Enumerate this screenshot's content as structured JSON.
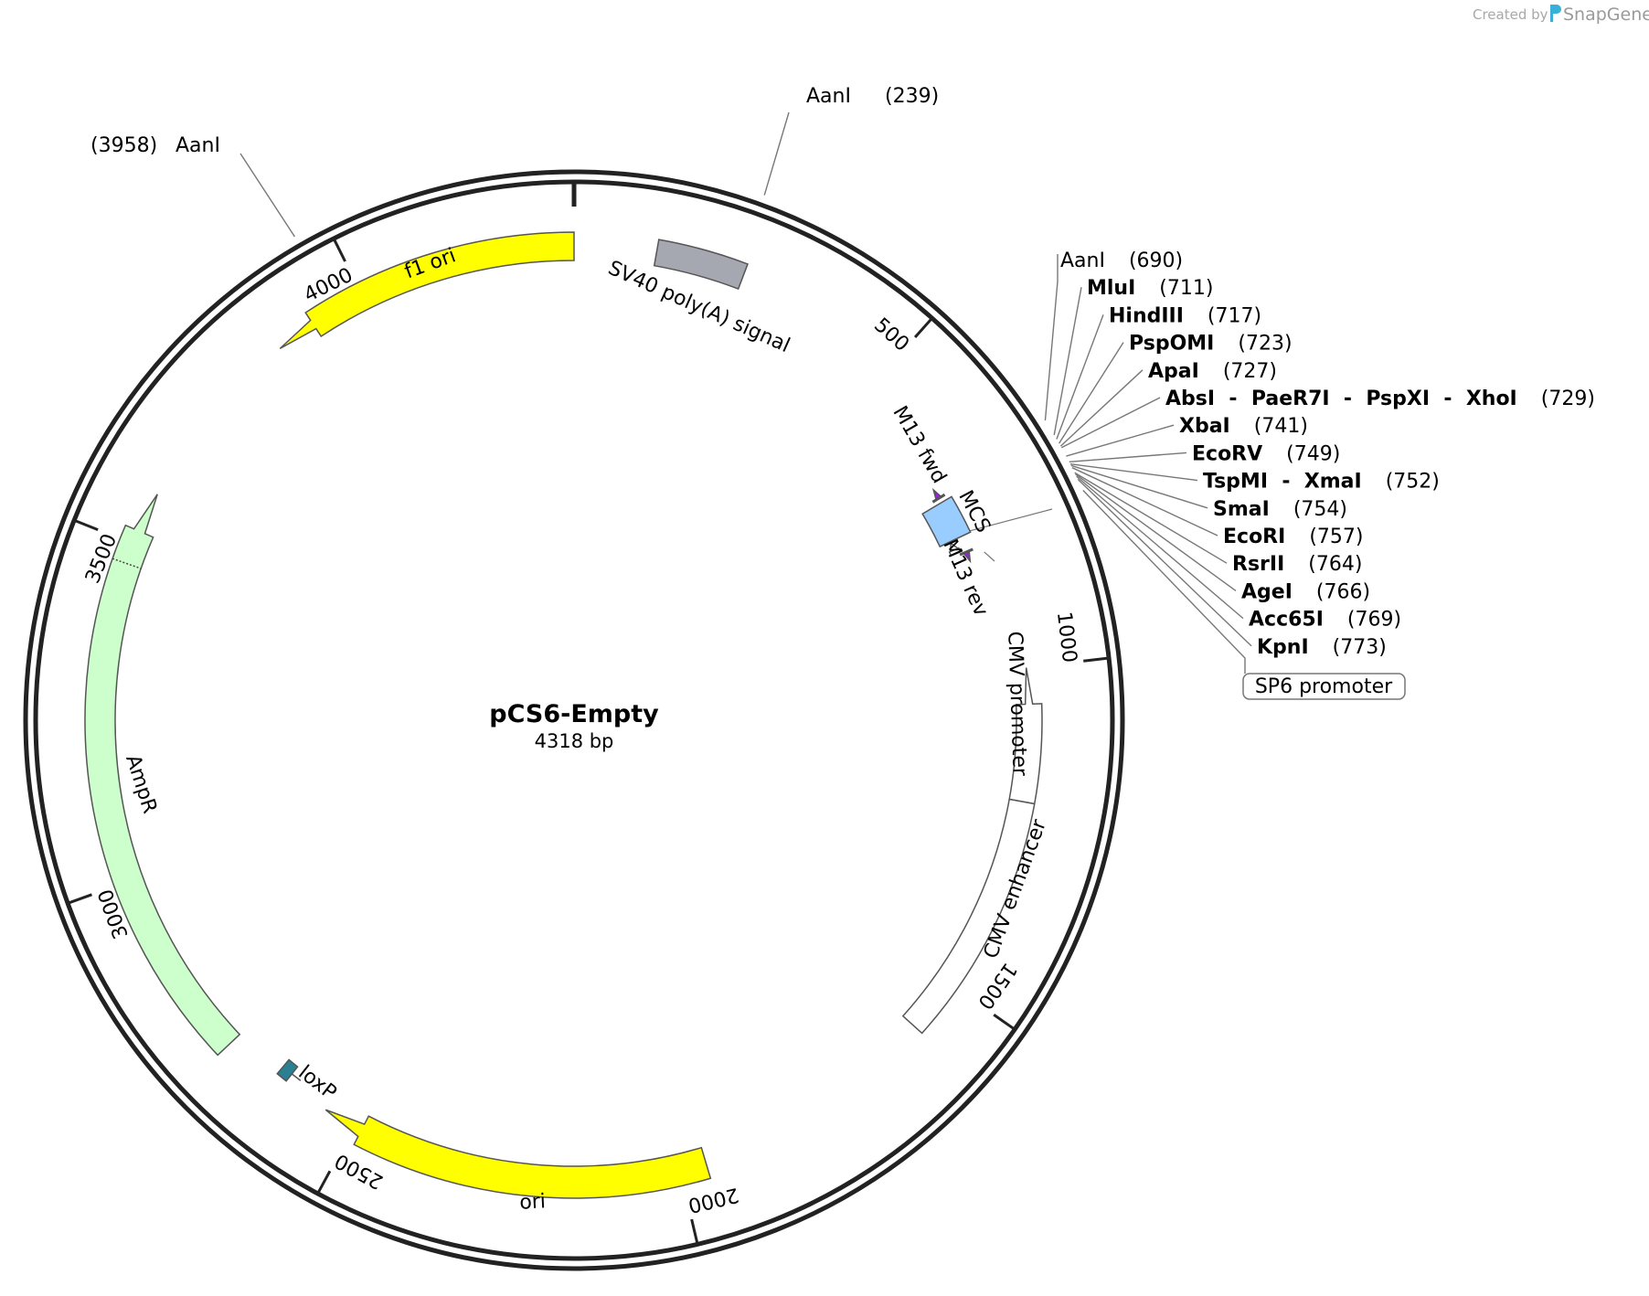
{
  "plasmid": {
    "name": "pCS6-Empty",
    "length_label": "4318 bp",
    "length": 4318
  },
  "credit": {
    "created_by": "Created by",
    "brand": "SnapGene"
  },
  "ticks": [
    {
      "pos": 500,
      "label": "500"
    },
    {
      "pos": 1000,
      "label": "1000"
    },
    {
      "pos": 1500,
      "label": "1500"
    },
    {
      "pos": 2000,
      "label": "2000"
    },
    {
      "pos": 2500,
      "label": "2500"
    },
    {
      "pos": 3000,
      "label": "3000"
    },
    {
      "pos": 3500,
      "label": "3500"
    },
    {
      "pos": 4000,
      "label": "4000"
    }
  ],
  "features": [
    {
      "id": "sv40",
      "label": "SV40 poly(A) signal",
      "start": 120,
      "end": 250,
      "type": "block",
      "color": "#a5a8b0"
    },
    {
      "id": "m13fwd",
      "label": "M13 fwd",
      "start": 688,
      "end": 705,
      "type": "primer",
      "color": "#9b1fe8"
    },
    {
      "id": "mcs",
      "label": "MCS",
      "start": 712,
      "end": 775,
      "type": "block",
      "color": "#99ccff"
    },
    {
      "id": "sp6",
      "label": "SP6 promoter",
      "start": 778,
      "end": 797,
      "type": "outline",
      "color": "#ffffff"
    },
    {
      "id": "m13rev",
      "label": "M13 rev",
      "start": 800,
      "end": 817,
      "type": "primer",
      "color": "#9b1fe8"
    },
    {
      "id": "cmvprom",
      "label": "CMV promoter",
      "start": 1000,
      "end": 1203,
      "type": "arrow-ccw",
      "color": "#ffffff"
    },
    {
      "id": "cmvenh",
      "label": "CMV enhancer",
      "start": 1203,
      "end": 1583,
      "type": "block-outline",
      "color": "#ffffff"
    },
    {
      "id": "ori",
      "label": "ori",
      "start": 1960,
      "end": 2549,
      "type": "arrow-ccw",
      "color": "#ffff00"
    },
    {
      "id": "loxp",
      "label": "loxP",
      "start": 2605,
      "end": 2639,
      "type": "arrow-small",
      "color": "#2a7f92"
    },
    {
      "id": "ampr",
      "label": "AmpR",
      "start": 2720,
      "end": 3580,
      "type": "arrow-ccw",
      "color": "#ccffcc"
    },
    {
      "id": "f1ori",
      "label": "f1 ori",
      "start": 3858,
      "end": 4318,
      "type": "arrow-ccw",
      "color": "#ffff00"
    }
  ],
  "sites": [
    {
      "name": "AanI",
      "pos_label": "(239)",
      "pos": 239,
      "bold": false
    },
    {
      "name": "AanI",
      "pos_label": "(3958)",
      "pos": 3958,
      "bold": false
    },
    {
      "name": "AanI",
      "pos_label": "(690)",
      "pos": 690,
      "bold": false
    },
    {
      "name": "MluI",
      "pos_label": "(711)",
      "pos": 711,
      "bold": true
    },
    {
      "name": "HindIII",
      "pos_label": "(717)",
      "pos": 717,
      "bold": true
    },
    {
      "name": "PspOMI",
      "pos_label": "(723)",
      "pos": 723,
      "bold": true
    },
    {
      "name": "ApaI",
      "pos_label": "(727)",
      "pos": 727,
      "bold": true
    },
    {
      "name": "AbsI  -  PaeR7I  -  PspXI  -  XhoI",
      "pos_label": "(729)",
      "pos": 729,
      "bold": true
    },
    {
      "name": "XbaI",
      "pos_label": "(741)",
      "pos": 741,
      "bold": true
    },
    {
      "name": "EcoRV",
      "pos_label": "(749)",
      "pos": 749,
      "bold": true
    },
    {
      "name": "TspMI  -  XmaI",
      "pos_label": "(752)",
      "pos": 752,
      "bold": true
    },
    {
      "name": "SmaI",
      "pos_label": "(754)",
      "pos": 754,
      "bold": true
    },
    {
      "name": "EcoRI",
      "pos_label": "(757)",
      "pos": 757,
      "bold": true
    },
    {
      "name": "RsrII",
      "pos_label": "(764)",
      "pos": 764,
      "bold": true
    },
    {
      "name": "AgeI",
      "pos_label": "(766)",
      "pos": 766,
      "bold": true
    },
    {
      "name": "Acc65I",
      "pos_label": "(769)",
      "pos": 769,
      "bold": true
    },
    {
      "name": "KpnI",
      "pos_label": "(773)",
      "pos": 773,
      "bold": true
    }
  ]
}
